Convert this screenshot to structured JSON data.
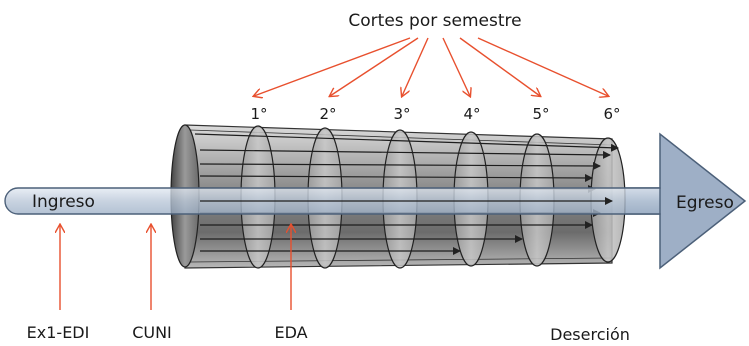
{
  "title": "Cortes por semestre",
  "semesters": [
    "1°",
    "2°",
    "3°",
    "4°",
    "5°",
    "6°"
  ],
  "labels": {
    "ingreso": "Ingreso",
    "egreso": "Egreso",
    "ex1_edi": "Ex1-EDI",
    "cuni": "CUNI",
    "eda": "EDA",
    "desercion": "Deserción"
  },
  "colors": {
    "red_arrow": "#e8502e",
    "pipe_fill": "#c8d4e3",
    "pipe_stroke": "#5a6f88",
    "cylinder_dark": "#707070",
    "cylinder_light": "#c8c8c8",
    "disc_fill": "#b5b5b5"
  }
}
